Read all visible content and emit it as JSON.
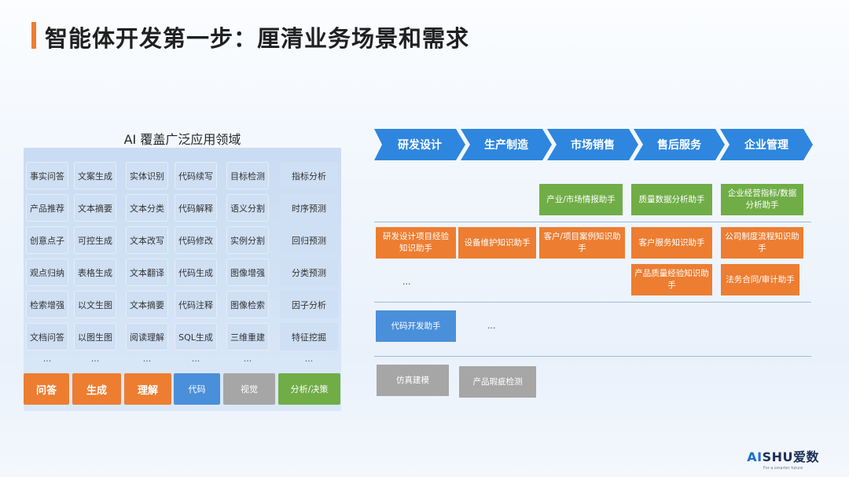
{
  "title": "智能体开发第一步：厘清业务场景和需求",
  "left": {
    "heading": "AI 覆盖广泛应用领域",
    "columns": [
      [
        "事实问答",
        "产品推荐",
        "创意点子",
        "观点归纳",
        "检索增强",
        "文档问答"
      ],
      [
        "文案生成",
        "文本摘要",
        "可控生成",
        "表格生成",
        "以文生图",
        "以图生图"
      ],
      [
        "实体识别",
        "文本分类",
        "文本改写",
        "文本翻译",
        "文本摘要",
        "阅读理解"
      ],
      [
        "代码续写",
        "代码解释",
        "代码修改",
        "代码生成",
        "代码注释",
        "SQL生成"
      ],
      [
        "目标检测",
        "语义分割",
        "实例分割",
        "图像增强",
        "图像检索",
        "三维重建"
      ],
      [
        "指标分析",
        "时序预测",
        "回归预测",
        "分类预测",
        "因子分析",
        "特征挖掘"
      ]
    ],
    "dots": "...",
    "categories": [
      "问答",
      "生成",
      "理解",
      "代码",
      "视觉",
      "分析/决策"
    ]
  },
  "chain": [
    "研发设计",
    "生产制造",
    "市场销售",
    "售后服务",
    "企业管理"
  ],
  "assistants": {
    "row1": [
      "产业/市场情报助手",
      "质量数据分析助手",
      "企业经营指标/数据分析助手"
    ],
    "row2": [
      "研发设计项目经验知识助手",
      "设备维护知识助手",
      "客户/项目案例知识助手",
      "客户服务知识助手",
      "公司制度流程知识助手"
    ],
    "row3": [
      "产品质量经验知识助手",
      "法务合同/审计助手"
    ],
    "row3_dots": "...",
    "row4": [
      "代码开发助手"
    ],
    "row4_dots": "...",
    "row5": [
      "仿真建模",
      "产品瑕疵检测"
    ]
  },
  "logo": {
    "ai": "AI",
    "shu": "SHU",
    "cn": "爱数",
    "tagline": "For a smarter future"
  },
  "colors": {
    "orange": "#ed7d31",
    "green": "#70ad47",
    "blue": "#4a8fd9",
    "gray": "#a6a6a6",
    "chevron": "#2e86de"
  }
}
